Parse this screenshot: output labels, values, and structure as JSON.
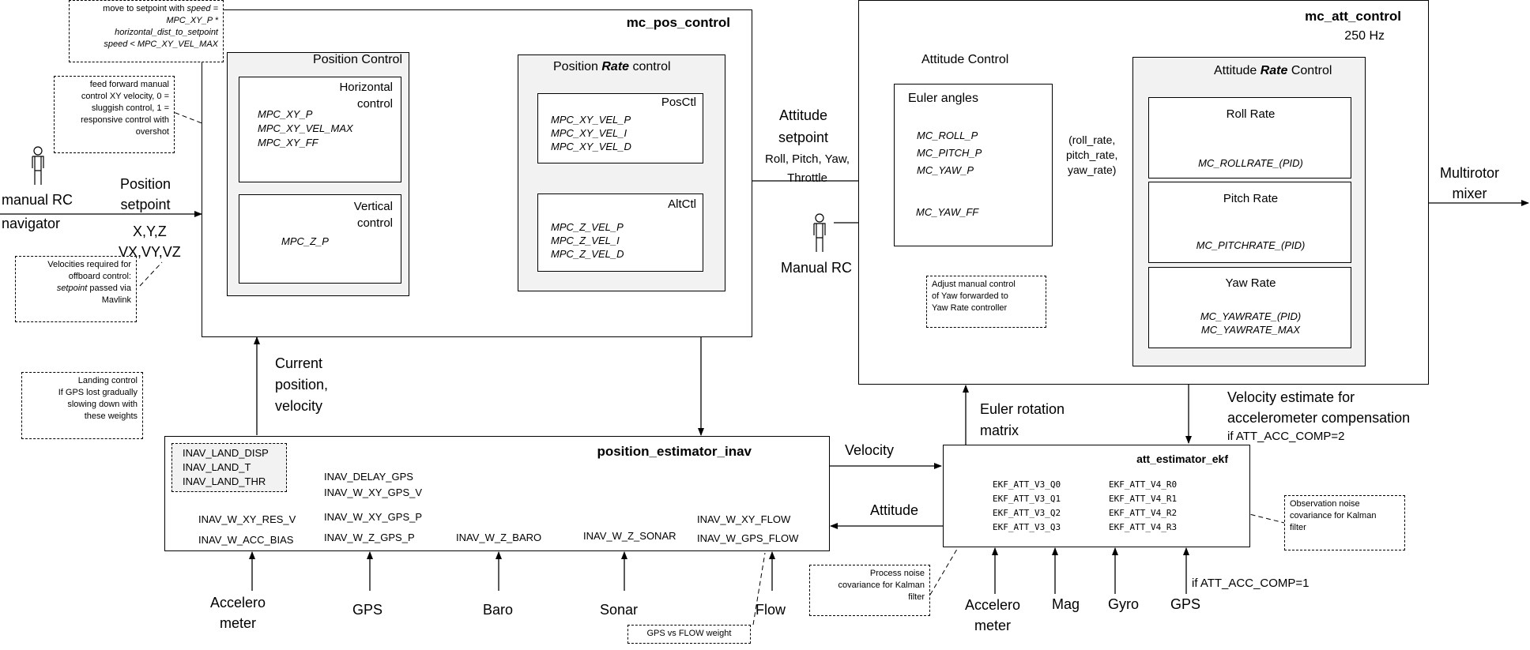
{
  "mc_pos_control": {
    "title": "mc_pos_control",
    "position_control": {
      "title": "Position Control",
      "horizontal": {
        "title": [
          "Horizontal",
          "control"
        ],
        "params": [
          "MPC_XY_P",
          "MPC_XY_VEL_MAX",
          "MPC_XY_FF"
        ]
      },
      "vertical": {
        "title": [
          "Vertical",
          "control"
        ],
        "params": [
          "MPC_Z_P"
        ]
      }
    },
    "rate_control": {
      "title_pre": "Position ",
      "title_em": "Rate",
      "title_post": " control",
      "posctl": {
        "title": "PosCtl",
        "params": [
          "MPC_XY_VEL_P",
          "MPC_XY_VEL_I",
          "MPC_XY_VEL_D"
        ]
      },
      "altctl": {
        "title": "AltCtl",
        "params": [
          "MPC_Z_VEL_P",
          "MPC_Z_VEL_I",
          "MPC_Z_VEL_D"
        ]
      }
    }
  },
  "mc_att_control": {
    "title": "mc_att_control",
    "rate_hz": "250 Hz",
    "attitude_control": {
      "title": "Attitude Control",
      "euler": {
        "title": "Euler angles",
        "params": [
          "MC_ROLL_P",
          "MC_PITCH_P",
          "MC_YAW_P"
        ],
        "ff": "MC_YAW_FF"
      }
    },
    "rate_control": {
      "title_pre": "Attitude ",
      "title_em": "Rate",
      "title_post": " Control",
      "roll": {
        "title": "Roll Rate",
        "params": [
          "MC_ROLLRATE_(PID)"
        ]
      },
      "pitch": {
        "title": "Pitch Rate",
        "params": [
          "MC_PITCHRATE_(PID)"
        ]
      },
      "yaw": {
        "title": "Yaw Rate",
        "params": [
          "MC_YAWRATE_(PID)",
          "MC_YAWRATE_MAX"
        ]
      }
    }
  },
  "position_estimator": {
    "title": "position_estimator_inav",
    "land_params": [
      "INAV_LAND_DISP",
      "INAV_LAND_T",
      "INAV_LAND_THR"
    ],
    "params_a": [
      "INAV_W_XY_RES_V",
      "INAV_W_ACC_BIAS"
    ],
    "params_b": [
      "INAV_DELAY_GPS",
      "INAV_W_XY_GPS_V"
    ],
    "params_c": [
      "INAV_W_XY_GPS_P",
      "INAV_W_Z_GPS_P"
    ],
    "baro": "INAV_W_Z_BARO",
    "sonar": "INAV_W_Z_SONAR",
    "flow": [
      "INAV_W_XY_FLOW",
      "INAV_W_GPS_FLOW"
    ]
  },
  "att_estimator": {
    "title": "att_estimator_ekf",
    "q_params": [
      "EKF_ATT_V3_Q0",
      "EKF_ATT_V3_Q1",
      "EKF_ATT_V3_Q2",
      "EKF_ATT_V3_Q3"
    ],
    "r_params": [
      "EKF_ATT_V4_R0",
      "EKF_ATT_V4_R1",
      "EKF_ATT_V4_R2",
      "EKF_ATT_V4_R3"
    ]
  },
  "labels": {
    "manual_rc": "manual RC",
    "navigator": "navigator",
    "position_setpoint": [
      "Position",
      "setpoint"
    ],
    "xyz": [
      "X,Y,Z",
      "VX,VY,VZ"
    ],
    "attitude_setpoint": [
      "Attitude",
      "setpoint"
    ],
    "rpyt": [
      "Roll, Pitch, Yaw,",
      "Throttle"
    ],
    "manual_rc2": "Manual RC",
    "rates": [
      "(roll_rate,",
      "pitch_rate,",
      "yaw_rate)"
    ],
    "mixer": [
      "Multirotor",
      "mixer"
    ],
    "current_pos": [
      "Current",
      "position,",
      "velocity"
    ],
    "velocity": "Velocity",
    "attitude": "Attitude",
    "euler_rot": [
      "Euler rotation",
      "matrix"
    ],
    "vel_est": [
      "Velocity estimate for",
      "accelerometer compensation"
    ],
    "acc_comp2": "if ATT_ACC_COMP=2",
    "acc_comp1": "if ATT_ACC_COMP=1",
    "sensors_pos": {
      "accel": [
        "Accelero",
        "meter"
      ],
      "gps": "GPS",
      "baro": "Baro",
      "sonar": "Sonar",
      "flow": "Flow"
    },
    "sensors_att": {
      "accel": [
        "Accelero",
        "meter"
      ],
      "mag": "Mag",
      "gyro": "Gyro",
      "gps": "GPS"
    }
  },
  "notes": {
    "move_setpoint": [
      "move to setpoint with |speed =|",
      "|MPC_XY_P *|",
      "|horizontal_dist_to_setpoint|",
      "|speed < MPC_XY_VEL_MAX|"
    ],
    "feed_forward": [
      "feed forward manual",
      "control XY velocity, 0 =",
      "sluggish control, 1 =",
      "responsive control with",
      "overshot"
    ],
    "offboard": [
      "Velocities required for",
      "offboard control:",
      "|setpoint| passed via",
      "Mavlink"
    ],
    "landing": [
      "Landing control",
      "If GPS lost gradually",
      "slowing down with",
      "these weights"
    ],
    "yaw_ff": [
      "Adjust manual control",
      "of Yaw forwarded to",
      "Yaw Rate controller"
    ],
    "process_noise": [
      "Process noise",
      "covariance for Kalman",
      "filter"
    ],
    "obs_noise": [
      "Observation noise",
      "covariance for Kalman",
      "filter"
    ],
    "gps_flow": [
      "GPS vs FLOW weight"
    ]
  }
}
